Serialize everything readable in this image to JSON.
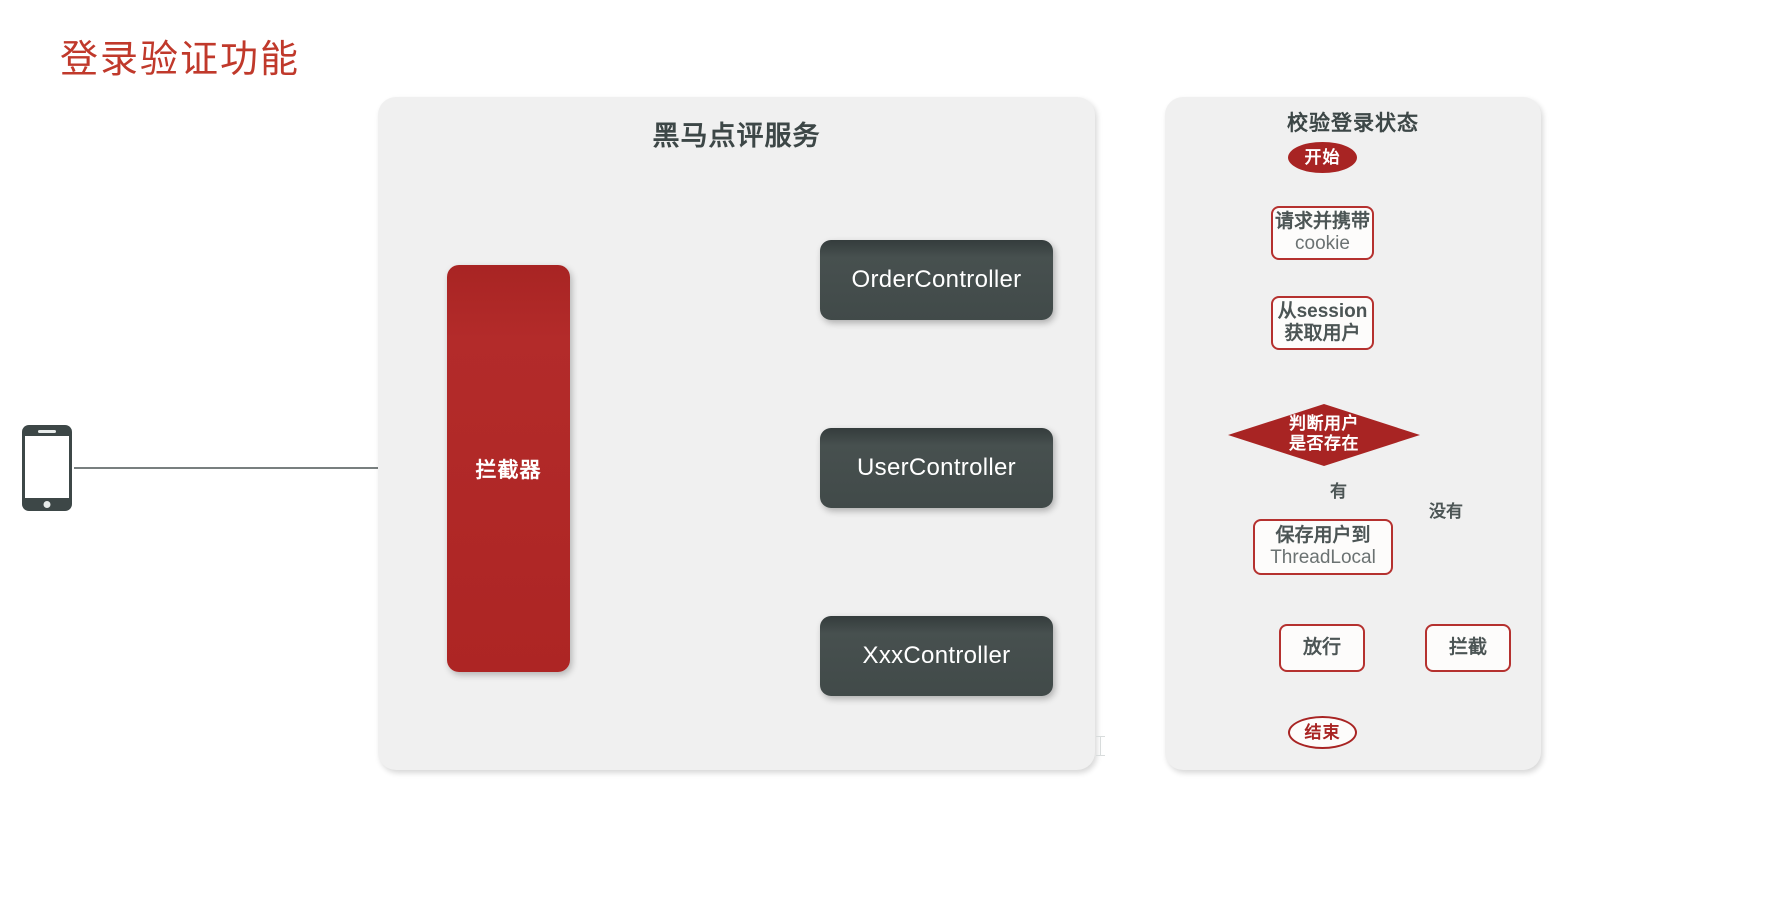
{
  "page": {
    "title": "登录验证功能",
    "title_color": "#c0392b",
    "background": "#ffffff"
  },
  "client": {
    "device_icon": "smartphone-icon",
    "device_color": "#3d4747"
  },
  "service_panel": {
    "title": "黑马点评服务",
    "background": "#f0f0f0",
    "interceptor": {
      "label": "拦截器",
      "color": "#ad2524",
      "text_color": "#ffffff"
    },
    "controllers": [
      {
        "label": "OrderController",
        "color": "#414a49"
      },
      {
        "label": "UserController",
        "color": "#414a49"
      },
      {
        "label": "XxxController",
        "color": "#414a49"
      }
    ]
  },
  "flow_panel": {
    "title": "校验登录状态",
    "background": "#f0f0f0",
    "accent_color": "#a82423",
    "nodes": {
      "start": {
        "label": "开始",
        "shape": "oval",
        "fill": "#a82423",
        "text_color": "#ffffff"
      },
      "request": {
        "line1": "请求并携带",
        "line2": "cookie",
        "shape": "rounded-rect"
      },
      "session": {
        "line1": "从session",
        "line2": "获取用户",
        "shape": "rounded-rect"
      },
      "decision": {
        "line1": "判断用户",
        "line2": "是否存在",
        "shape": "diamond",
        "fill": "#a82423",
        "text_color": "#ffffff"
      },
      "save": {
        "line1": "保存用户到",
        "line2": "ThreadLocal",
        "shape": "rounded-rect"
      },
      "pass": {
        "label": "放行",
        "shape": "rounded-rect"
      },
      "block": {
        "label": "拦截",
        "shape": "rounded-rect"
      },
      "end": {
        "label": "结束",
        "shape": "oval",
        "fill": "#fdfcfb",
        "text_color": "#a82423"
      }
    },
    "edge_labels": {
      "yes": "有",
      "no": "没有"
    }
  },
  "cursor": {
    "type": "text-ibeam-cursor"
  }
}
